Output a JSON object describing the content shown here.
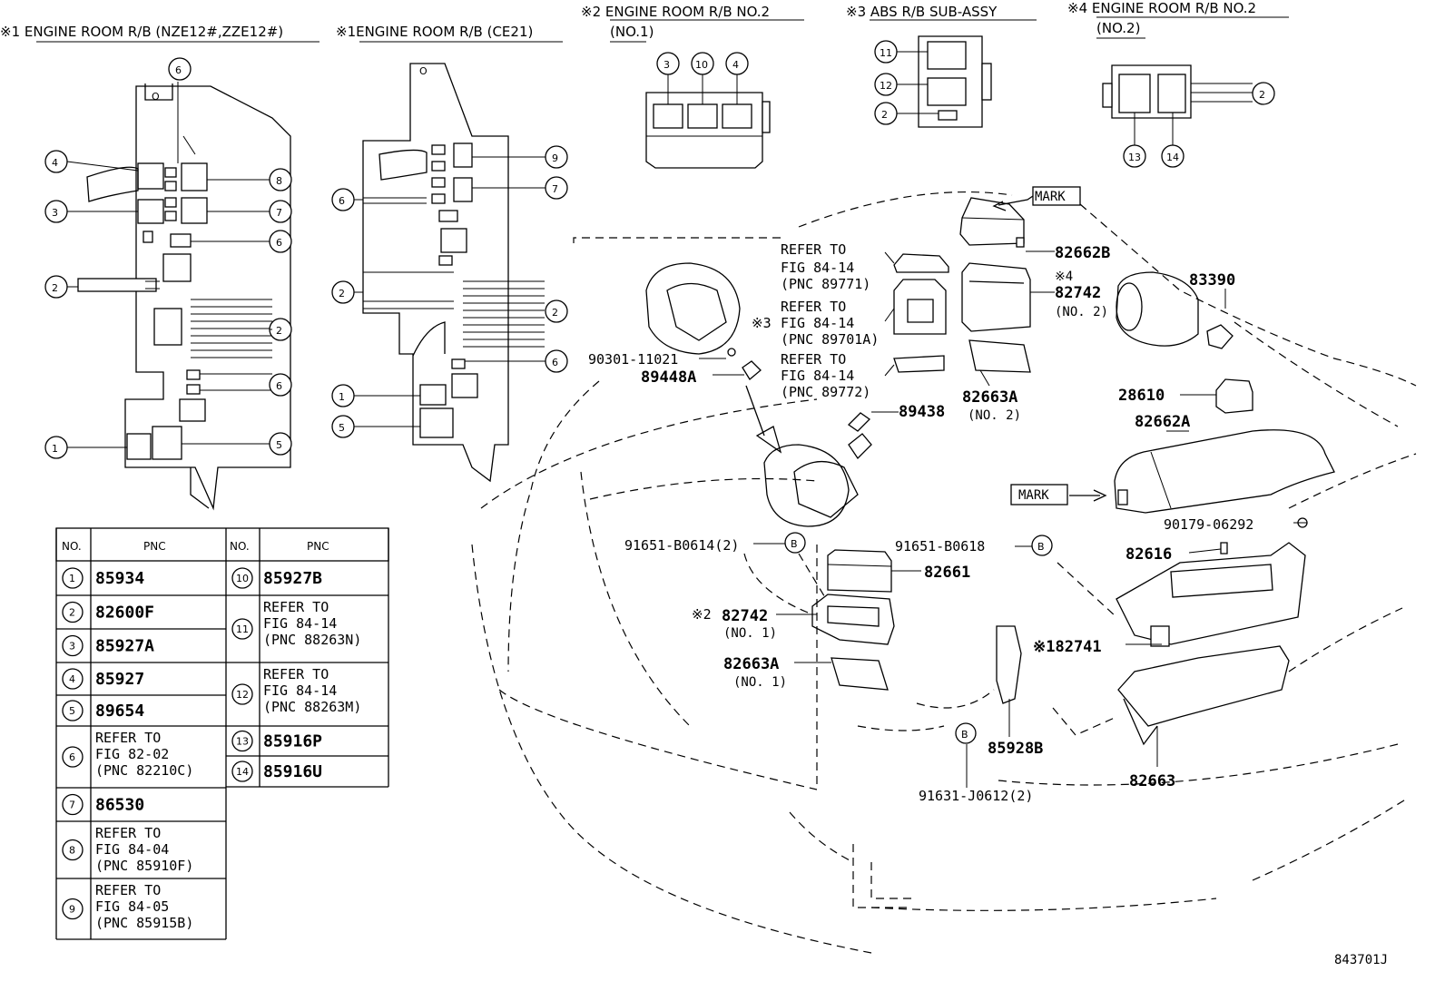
{
  "headers": {
    "h1": "※1  ENGINE ROOM R/B (NZE12#,ZZE12#)",
    "h2": "※1ENGINE ROOM R/B (CE21)",
    "h3a": "※2 ENGINE ROOM R/B NO.2",
    "h3b": "(NO.1)",
    "h4": "※3 ABS R/B SUB-ASSY",
    "h5a": "※4 ENGINE ROOM R/B NO.2",
    "h5b": "(NO.2)"
  },
  "table": {
    "col_no": "NO.",
    "col_pnc": "PNC",
    "left": [
      {
        "no": "1",
        "lines": [
          "85934"
        ]
      },
      {
        "no": "2",
        "lines": [
          "82600F"
        ]
      },
      {
        "no": "3",
        "lines": [
          "85927A"
        ]
      },
      {
        "no": "4",
        "lines": [
          "85927"
        ]
      },
      {
        "no": "5",
        "lines": [
          "89654"
        ]
      },
      {
        "no": "6",
        "lines": [
          "REFER TO",
          "FIG  82-02",
          "(PNC 82210C)"
        ]
      },
      {
        "no": "7",
        "lines": [
          "86530"
        ]
      },
      {
        "no": "8",
        "lines": [
          "REFER TO",
          "FIG  84-04",
          "(PNC 85910F)"
        ]
      },
      {
        "no": "9",
        "lines": [
          "REFER TO",
          "FIG  84-05",
          "(PNC 85915B)"
        ]
      }
    ],
    "right": [
      {
        "no": "10",
        "lines": [
          "85927B"
        ]
      },
      {
        "no": "11",
        "lines": [
          "REFER TO",
          "FIG  84-14",
          "(PNC 88263N)"
        ]
      },
      {
        "no": "12",
        "lines": [
          "REFER TO",
          "FIG  84-14",
          "(PNC 88263M)"
        ]
      },
      {
        "no": "13",
        "lines": [
          "85916P"
        ]
      },
      {
        "no": "14",
        "lines": [
          "85916U"
        ]
      }
    ]
  },
  "parts": {
    "p82662B": "82662B",
    "p4mark": "※4",
    "p82742n2": "82742",
    "p82742n2sub": "(NO. 2)",
    "p83390": "83390",
    "p90301": "90301-11021",
    "p89448A": "89448A",
    "p89438": "89438",
    "p82663An2": "82663A",
    "p82663An2sub": "(NO. 2)",
    "p28610": "28610",
    "p82662A": "82662A",
    "p90179": "90179-06292",
    "p91651a": "91651-B0614(2)",
    "p91651b": "91651-B0618",
    "p82661": "82661",
    "p82616": "82616",
    "p2mark": "※2",
    "p82742n1": "82742",
    "p82742n1sub": "(NO. 1)",
    "p82741": "※182741",
    "p82663An1": "82663A",
    "p82663An1sub": "(NO. 1)",
    "p85928B": "85928B",
    "p82663": "82663",
    "p91631": "91631-J0612(2)",
    "mark1": "MARK",
    "mark2": "MARK",
    "bolt": "B",
    "ref1a": "REFER TO",
    "ref1b": "FIG 84-14",
    "ref1c": "(PNC 89771)",
    "ref2a": "REFER TO",
    "ref2m": "※3",
    "ref2b": "FIG 84-14",
    "ref2c": "(PNC 89701A)",
    "ref3a": "REFER TO",
    "ref3b": "FIG 84-14",
    "ref3c": "(PNC 89772)",
    "figid": "843701J"
  },
  "callouts": {
    "c1": "1",
    "c2": "2",
    "c3": "3",
    "c4": "4",
    "c5": "5",
    "c6": "6",
    "c7": "7",
    "c8": "8",
    "c9": "9",
    "c10": "10",
    "c11": "11",
    "c12": "12",
    "c13": "13",
    "c14": "14"
  }
}
